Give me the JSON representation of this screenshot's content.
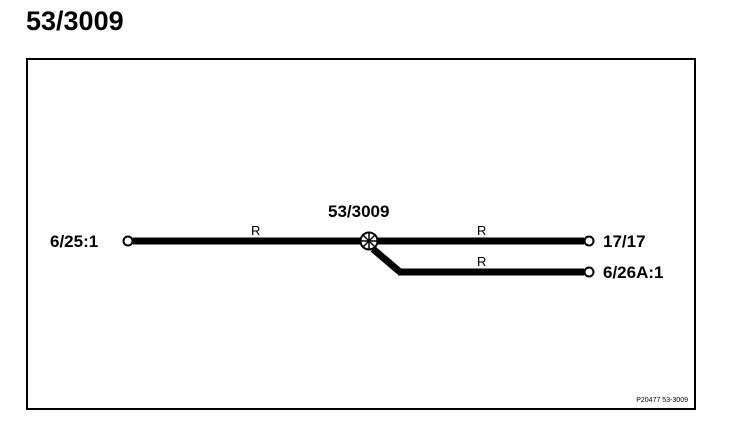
{
  "title": "53/3009",
  "diagram": {
    "junction_label": "53/3009",
    "left_terminal": "6/25:1",
    "right_terminal_top": "17/17",
    "right_terminal_bottom": "6/26A:1",
    "segment_left_label": "R",
    "segment_right_top_label": "R",
    "segment_right_bottom_label": "R",
    "reference": "P20477  53-3009"
  },
  "colors": {
    "line": "#000000",
    "background": "#ffffff"
  }
}
